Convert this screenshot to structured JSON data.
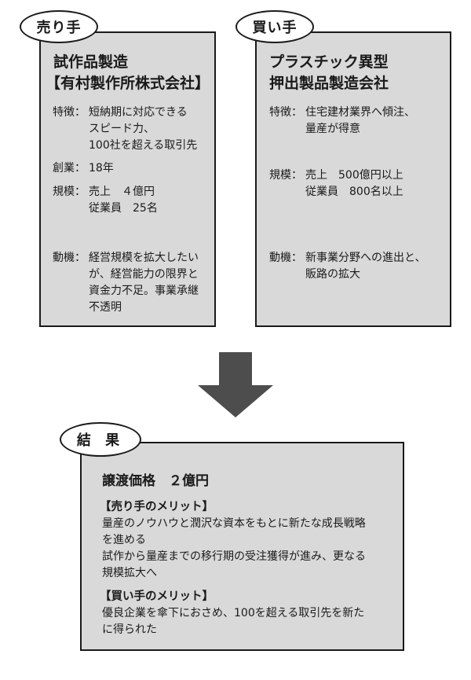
{
  "seller": {
    "tag": "売り手",
    "title_line1": "試作品製造",
    "title_line2": "【有村製作所株式会社】",
    "feature_label": "特徴：",
    "feature_lines": [
      "短納期に対応できる",
      "スピード力、",
      "100社を超える取引先"
    ],
    "founded_label": "創業：",
    "founded_value": "18年",
    "scale_label": "規模：",
    "scale_lines": [
      "売上　４億円",
      "従業員　25名"
    ],
    "motive_label": "動機：",
    "motive_lines": [
      "経営規模を拡大したい",
      "が、経営能力の限界と",
      "資金力不足。事業承継",
      "不透明"
    ]
  },
  "buyer": {
    "tag": "買い手",
    "title_line1": "プラスチック異型",
    "title_line2": "押出製品製造会社",
    "feature_label": "特徴：",
    "feature_lines": [
      "住宅建材業界へ傾注、",
      "量産が得意"
    ],
    "scale_label": "規模：",
    "scale_lines": [
      "売上　500億円以上",
      "従業員　800名以上"
    ],
    "motive_label": "動機：",
    "motive_lines": [
      "新事業分野への進出と、",
      "販路の拡大"
    ]
  },
  "result": {
    "tag": "結 果",
    "title": "譲渡価格　２億円",
    "seller_merit_heading": "【売り手のメリット】",
    "seller_merit_lines": [
      "量産のノウハウと潤沢な資本をもとに新たな成長戦略",
      "を進める",
      "試作から量産までの移行期の受注獲得が進み、更なる",
      "規模拡大へ"
    ],
    "buyer_merit_heading": "【買い手のメリット】",
    "buyer_merit_lines": [
      "優良企業を傘下におさめ、100を超える取引先を新た",
      "に得られた"
    ]
  }
}
